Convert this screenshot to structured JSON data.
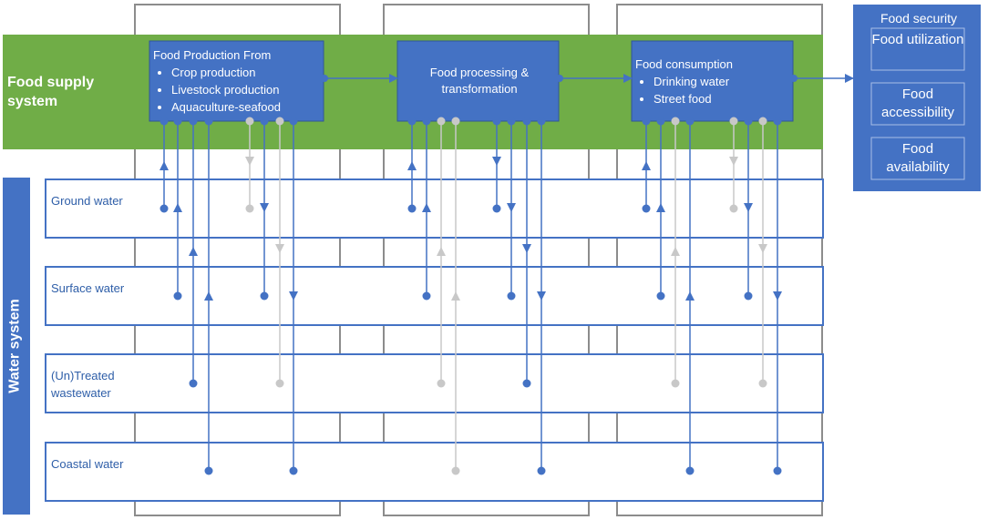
{
  "food_supply_label": "Food supply system",
  "water_system_label": "Water system",
  "stages": {
    "production": {
      "title": "Food Production From",
      "items": [
        "Crop production",
        "Livestock production",
        "Aquaculture-seafood"
      ]
    },
    "processing": {
      "title": "Food processing & transformation"
    },
    "consumption": {
      "title": "Food consumption",
      "items": [
        "Drinking water",
        "Street food"
      ]
    }
  },
  "food_security": {
    "title": "Food security",
    "items": [
      "Food utilization",
      "Food accessibility",
      "Food availability"
    ]
  },
  "water_sources": [
    "Ground water",
    "Surface water",
    "(Un)Treated wastewater",
    "Coastal water"
  ],
  "colors": {
    "green": "#70ad47",
    "blue": "#4472c4",
    "dark_blue_text": "#2e5ea8",
    "grey_frame": "#8c8c8c",
    "light_grey_line": "#c8c8c8"
  }
}
